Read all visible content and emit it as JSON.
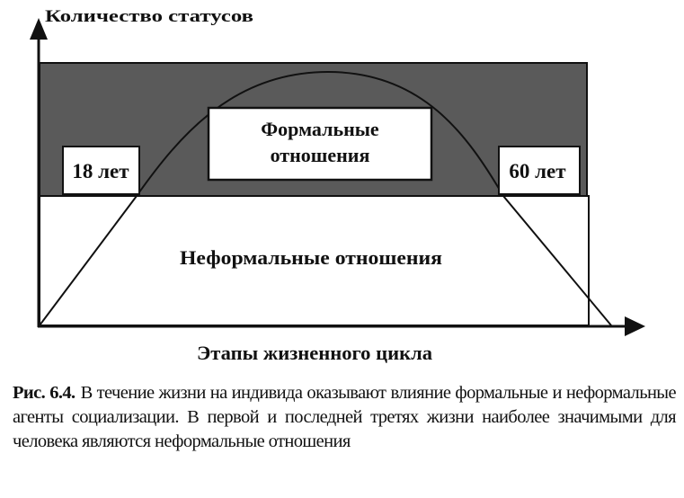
{
  "diagram": {
    "y_axis_label": "Количество статусов",
    "x_axis_label": "Этапы жизненного цикла",
    "formal_label_line1": "Формальные",
    "formal_label_line2": "отношения",
    "informal_label": "Неформальные отношения",
    "age_start": "18 лет",
    "age_end": "60 лет",
    "colors": {
      "formal_zone": "#5a5a5a",
      "informal_zone": "#ffffff",
      "lines": "#111111"
    }
  },
  "caption": {
    "figure_number": "Рис. 6.4.",
    "text": "В течение жизни на индивида оказывают влияние формальные и неформальные агенты социализации. В первой и последней третях жизни наиболее значимыми для человека являются неформальные отношения"
  }
}
